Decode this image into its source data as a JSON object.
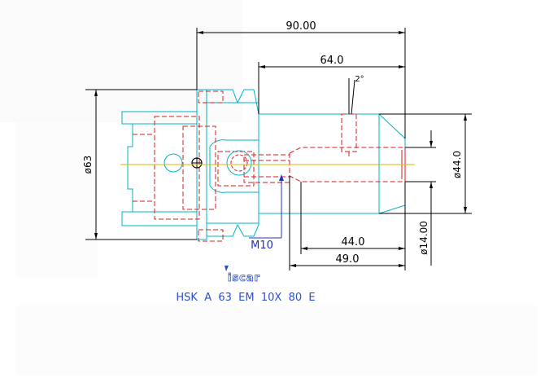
{
  "drawing": {
    "dimensions": {
      "overall_length": "90.00",
      "body_length": "64.0",
      "taper_angle": "2°",
      "flange_diameter": "ø63",
      "nose_diameter": "ø44.0",
      "bore_diameter": "ø14.00",
      "clamp_depth": "44.0",
      "bore_depth": "49.0"
    },
    "callout": "M10",
    "logo_text": "iscar",
    "designation": "HSK  A  63  EM  10X  80  E"
  },
  "colors": {
    "outline": "#00b4c8",
    "hidden": "#d81e1e",
    "dimension": "#000000",
    "callout": "#1e32c8",
    "centerline": "#d4b800",
    "designation": "#2a4fd0"
  }
}
